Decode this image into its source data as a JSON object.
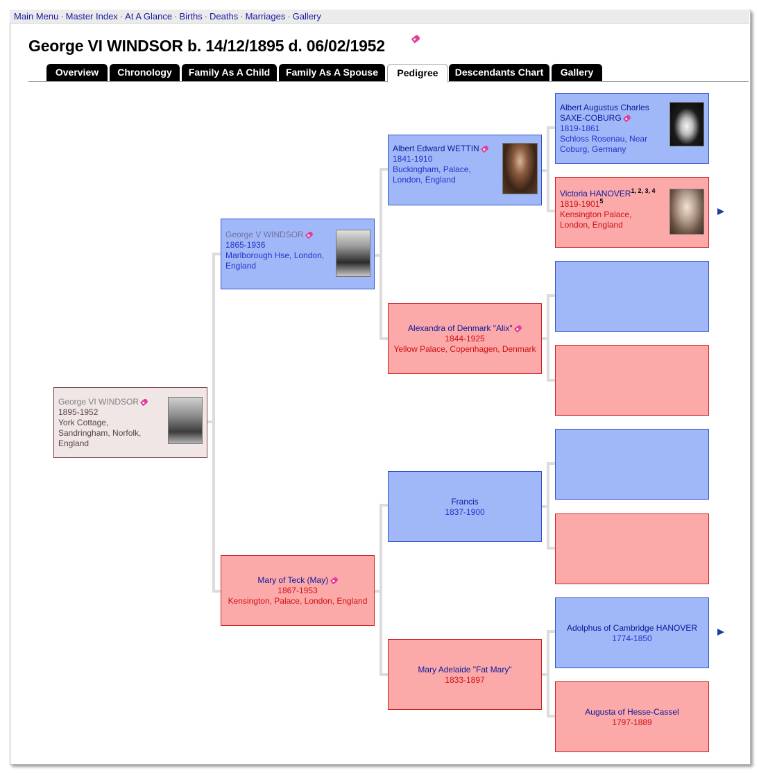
{
  "nav": {
    "items": [
      "Main Menu",
      "Master Index",
      "At A Glance",
      "Births",
      "Deaths",
      "Marriages",
      "Gallery"
    ],
    "separator": "·"
  },
  "page_title": "George VI WINDSOR b. 14/12/1895 d. 06/02/1952",
  "tabs": [
    "Overview",
    "Chronology",
    "Family As A Child",
    "Family As A Spouse",
    "Pedigree",
    "Descendants Chart",
    "Gallery"
  ],
  "active_tab": "Pedigree",
  "pedigree": {
    "self": {
      "name": "George VI WINDSOR",
      "dates": "1895-1952",
      "place1": "York Cottage,",
      "place2": "Sandringham, Norfolk,",
      "place3": "England",
      "tagged": true,
      "photo": true
    },
    "father": {
      "name": "George V WINDSOR",
      "dates": "1865-1936",
      "place1": "Marlborough Hse, London,",
      "place2": "England",
      "tagged": true,
      "photo": true
    },
    "mother": {
      "name": "Mary of Teck (May)",
      "dates": "1867-1953",
      "place1": "Kensington, Palace, London, England",
      "tagged": true
    },
    "pat_gf": {
      "name": "Albert Edward WETTIN",
      "dates": "1841-1910",
      "place1": "Buckingham, Palace,",
      "place2": "London, England",
      "tagged": true,
      "photo": true
    },
    "pat_gm": {
      "name": "Alexandra of Denmark \"Alix\"",
      "dates": "1844-1925",
      "place1": "Yellow Palace, Copenhagen, Denmark",
      "tagged": true
    },
    "mat_gf": {
      "name": "Francis",
      "dates": "1837-1900"
    },
    "mat_gm": {
      "name": "Mary Adelaide \"Fat Mary\"",
      "dates": "1833-1897"
    },
    "ggf1": {
      "name1": "Albert Augustus Charles",
      "name2": "SAXE-COBURG",
      "dates": "1819-1861",
      "place1": "Schloss Rosenau, Near",
      "place2": "Coburg, Germany",
      "tagged": true,
      "photo": true
    },
    "ggm1": {
      "name": "Victoria HANOVER",
      "name_sup": "1, 2, 3, 4",
      "dates": "1819-1901",
      "dates_sup": "5",
      "place1": "Kensington Palace,",
      "place2": "London, England",
      "photo": true,
      "has_more": true
    },
    "ggf7": {
      "name": "Adolphus of Cambridge HANOVER",
      "dates": "1774-1850",
      "has_more": true
    },
    "ggm7": {
      "name": "Augusta of Hesse-Cassel",
      "dates": "1797-1889"
    }
  },
  "colors": {
    "male_bg": "#a1b8f8",
    "female_bg": "#fca9aa",
    "self_bg": "#f0e6e6",
    "link": "#1a1aa0",
    "tag": "#e0409a",
    "connector": "#dcdcdc"
  },
  "icons": [
    "tag-icon",
    "photo-thumbnail",
    "expand-arrow-icon"
  ]
}
